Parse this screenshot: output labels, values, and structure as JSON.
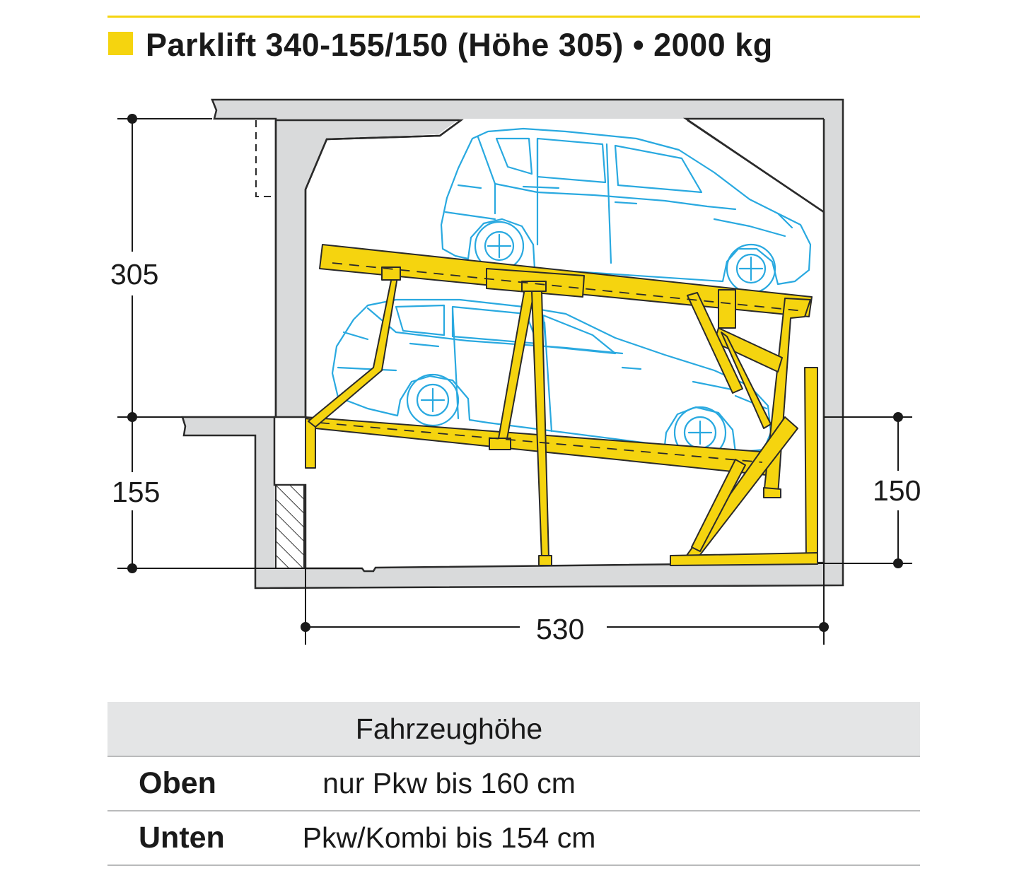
{
  "header": {
    "title": "Parklift 340-155/150 (Höhe 305) • 2000 kg",
    "accent_color": "#f5d40f"
  },
  "diagram": {
    "dimensions": {
      "upper_height": "305",
      "pit_depth_left": "155",
      "pit_depth_right": "150",
      "width": "530"
    },
    "colors": {
      "platform": "#f5d40f",
      "concrete": "#d9dadb",
      "car_outline": "#29a9e0"
    }
  },
  "table": {
    "header": "Fahrzeughöhe",
    "rows": [
      {
        "label": "Oben",
        "value": "nur Pkw bis 160 cm"
      },
      {
        "label": "Unten",
        "value": "Pkw/Kombi bis 154 cm"
      }
    ]
  }
}
